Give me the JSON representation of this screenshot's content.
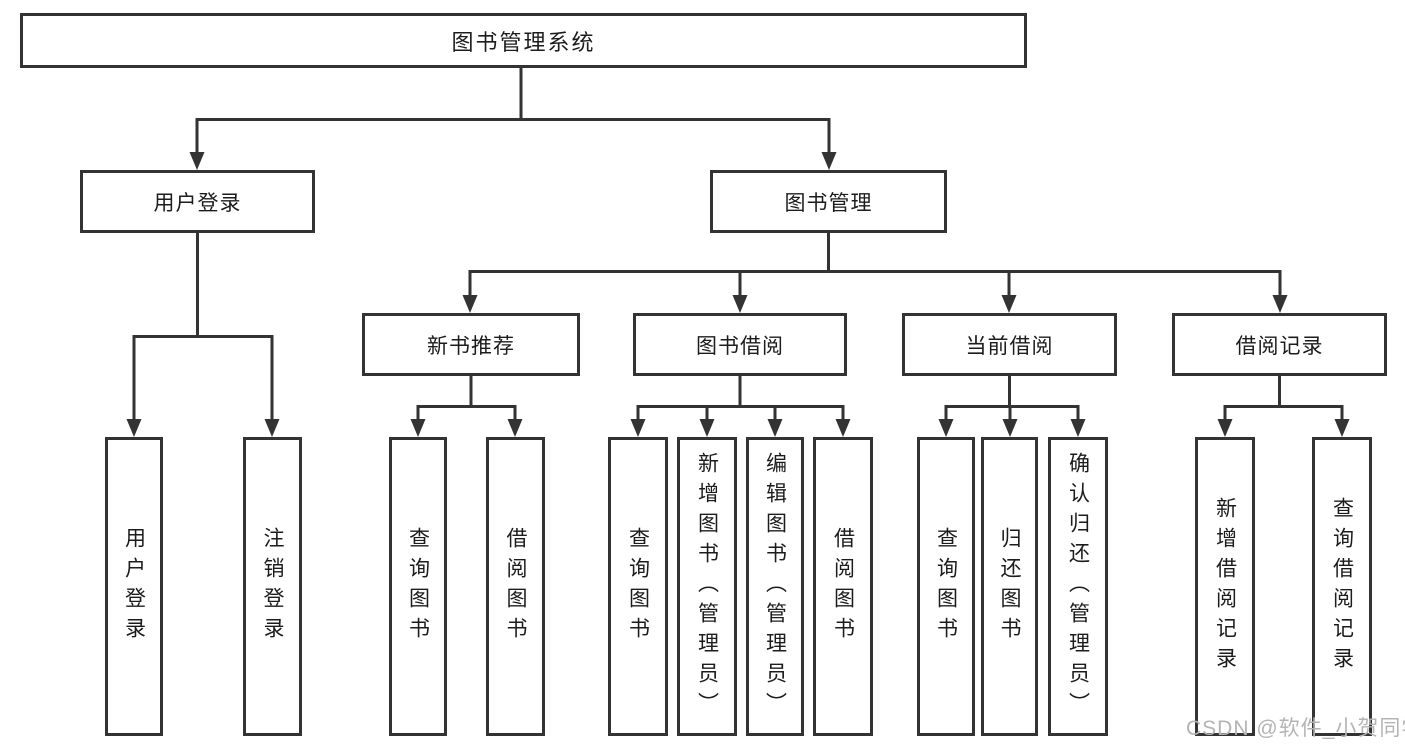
{
  "tree": {
    "label": "图书管理系统",
    "children": [
      {
        "label": "用户登录",
        "children": [
          {
            "label": "用户登录"
          },
          {
            "label": "注销登录"
          }
        ]
      },
      {
        "label": "图书管理",
        "children": [
          {
            "label": "新书推荐",
            "children": [
              {
                "label": "查询图书"
              },
              {
                "label": "借阅图书"
              }
            ]
          },
          {
            "label": "图书借阅",
            "children": [
              {
                "label": "查询图书"
              },
              {
                "label": "新增图书（管理员）"
              },
              {
                "label": "编辑图书（管理员）"
              },
              {
                "label": "借阅图书"
              }
            ]
          },
          {
            "label": "当前借阅",
            "children": [
              {
                "label": "查询图书"
              },
              {
                "label": "归还图书"
              },
              {
                "label": "确认归还（管理员）"
              }
            ]
          },
          {
            "label": "借阅记录",
            "children": [
              {
                "label": "新增借阅记录"
              },
              {
                "label": "查询借阅记录"
              }
            ]
          }
        ]
      }
    ]
  },
  "watermark": "CSDN @软件_小贺同学",
  "colors": {
    "line": "#333333",
    "node_border": "#333333",
    "text": "#1c1c1c",
    "watermark": "#b4b4b4",
    "background": "#ffffff"
  }
}
